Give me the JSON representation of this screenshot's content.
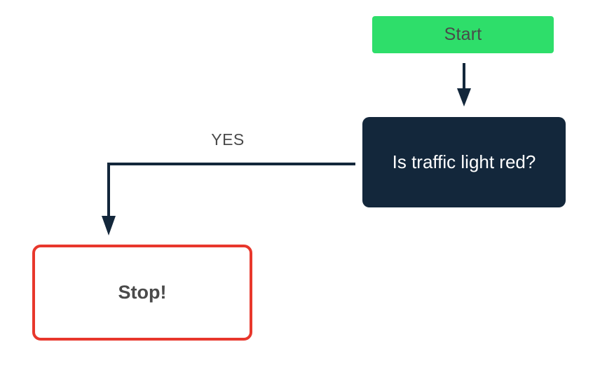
{
  "flowchart": {
    "start_label": "Start",
    "decision_label": "Is traffic light red?",
    "branch_label": "YES",
    "stop_label": "Stop!"
  },
  "colors": {
    "start_fill": "#2ede6a",
    "decision_fill": "#13273b",
    "stop_border": "#e8372c",
    "connector": "#13273b",
    "label_text": "#4a4a4a"
  }
}
